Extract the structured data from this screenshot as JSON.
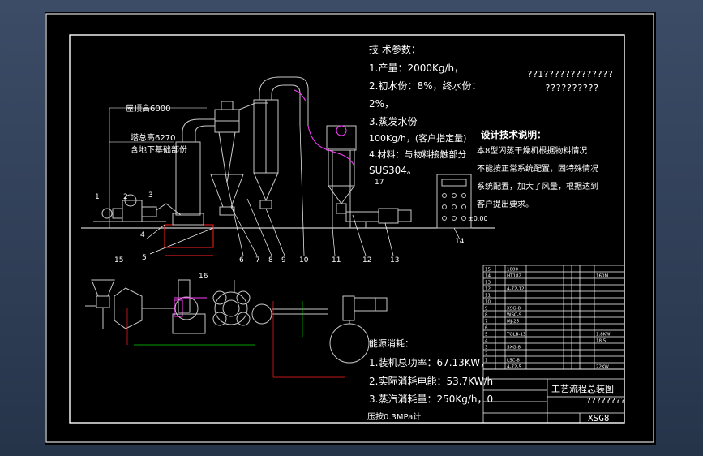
{
  "colors": {
    "background": "#2b3a52",
    "sheet": "#000000",
    "frame_outer": "#e0e0e0",
    "frame_inner": "#ffffff",
    "equipment_gray": "#c8c8c8",
    "pipe_magenta": "#ff3cff",
    "dimension_green": "#00d000",
    "dimension_red": "#ff2020",
    "duct_cyan": "#00c8ff",
    "text": "#ffffff"
  },
  "technical_params": {
    "heading": "技 术参数：",
    "line1": "1.产量：2000Kg/h，",
    "line2": "2.初水份：8%，终水份：",
    "line3": "2%，",
    "line4": "3.蒸发水份",
    "line5": "100Kg/h，(客户指定量)",
    "line6": "4.材料：与物料接触部分",
    "line7": "SUS304。"
  },
  "garbled_text": {
    "line1": "??1?????????????",
    "line2": "??????????"
  },
  "design_notes": {
    "heading": "设计技术说明：",
    "line1": "本8型闪蒸干燥机根据物料情况",
    "line2": "不能按正常系统配置，固特殊情况",
    "line3": "系统配置，加大了风量，根据达到",
    "line4": "客户提出要求。"
  },
  "elevation_labels": {
    "roof": "屋顶高6000",
    "tower_total": "塔总高6270",
    "tower_sub": "含地下基础部份",
    "ground": "±0.00"
  },
  "energy": {
    "heading": "能源消耗：",
    "line1": "1.装机总功率：67.13KW，",
    "line2": "2.实际消耗电能：53.7KW/h",
    "line3": "3.蒸汽消耗量：250Kg/h，0",
    "line4": "压按0.3MPa计"
  },
  "item_numbers": [
    "1",
    "2",
    "3",
    "4",
    "5",
    "6",
    "7",
    "8",
    "9",
    "10",
    "11",
    "12",
    "13",
    "14",
    "15",
    "16",
    "17"
  ],
  "title_block": {
    "title": "工艺流程总装图",
    "subtitle": "????????",
    "drawing_code": "XSG8"
  },
  "bom_rows": [
    [
      "15",
      "",
      "1000",
      "",
      "",
      "",
      ""
    ],
    [
      "14",
      "",
      "HT182",
      "",
      "",
      "",
      "160M"
    ],
    [
      "13",
      "",
      "",
      "",
      "",
      "",
      ""
    ],
    [
      "12",
      "",
      "4-72-12",
      "",
      "",
      "",
      ""
    ],
    [
      "11",
      "",
      "",
      "",
      "",
      "",
      ""
    ],
    [
      "10",
      "",
      "",
      "",
      "",
      "",
      ""
    ],
    [
      "9",
      "",
      "XSG-8",
      "",
      "",
      "",
      ""
    ],
    [
      "8",
      "",
      "WSC-9",
      "",
      "",
      "",
      ""
    ],
    [
      "7",
      "",
      "MJ-25",
      "",
      "",
      "",
      ""
    ],
    [
      "6",
      "",
      "",
      "",
      "",
      "",
      ""
    ],
    [
      "5",
      "",
      "TGLB-13",
      "",
      "",
      "",
      "1.8KW"
    ],
    [
      "4",
      "",
      "",
      "",
      "",
      "",
      "18.5"
    ],
    [
      "3",
      "",
      "SXG-8",
      "",
      "",
      "",
      ""
    ],
    [
      "2",
      "",
      "",
      "",
      "",
      "",
      ""
    ],
    [
      "1",
      "",
      "LSC-8",
      "",
      "",
      "",
      ""
    ],
    [
      "",
      "",
      "4-72-5",
      "",
      "",
      "",
      "22KW"
    ]
  ]
}
